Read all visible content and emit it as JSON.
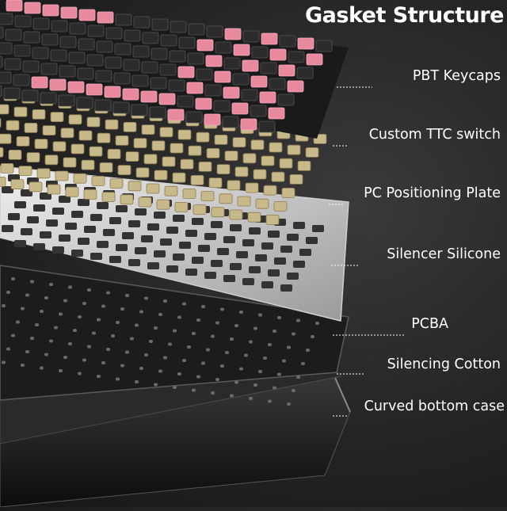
{
  "title": "Gasket Structure",
  "layers": [
    {
      "label": "PBT Keycaps"
    },
    {
      "label": "Custom TTC switch"
    },
    {
      "label": "PC Positioning Plate"
    },
    {
      "label": "Silencer Silicone"
    },
    {
      "label": "PCBA"
    },
    {
      "label": "Silencing Cotton"
    },
    {
      "label": "Curved bottom case"
    }
  ],
  "colors": {
    "background": "#242424",
    "pink_keycap": "#e8899e",
    "black_keycap": "#2b2b2b",
    "switch": "#c8b98a",
    "plate": "#d8d8d8",
    "pcb": "#1e1e1e",
    "label_text": "#ffffff"
  }
}
